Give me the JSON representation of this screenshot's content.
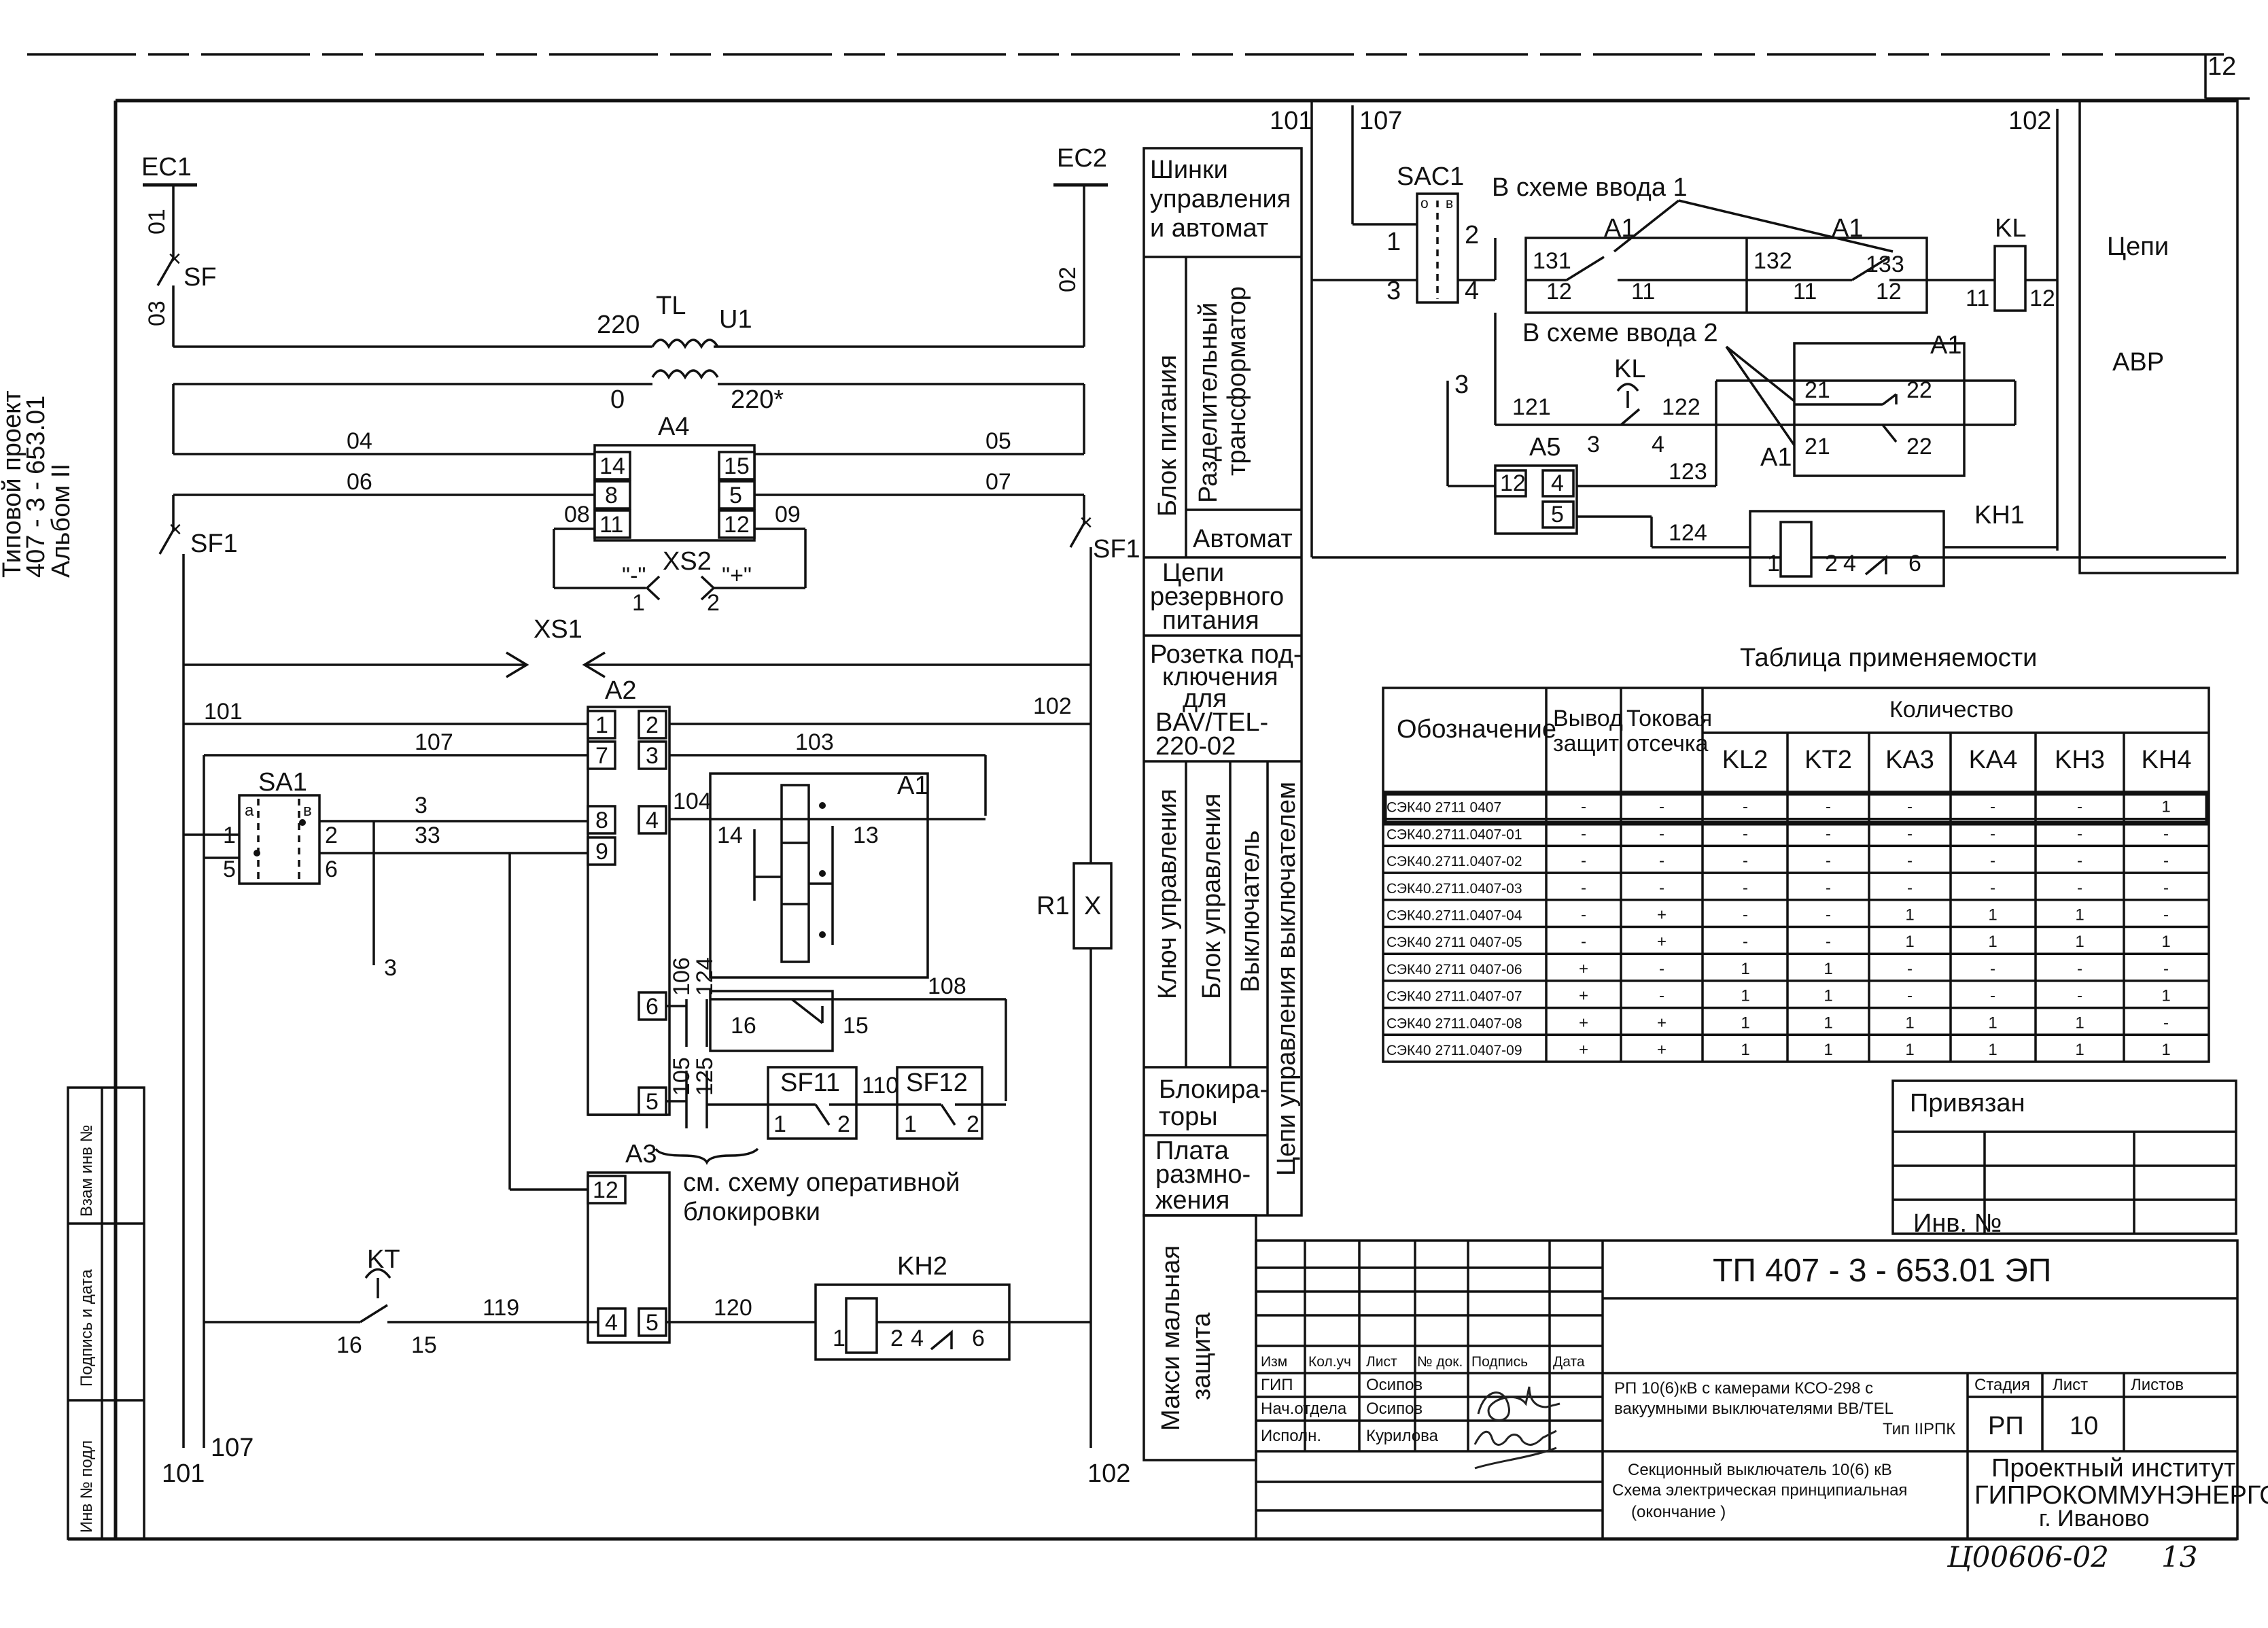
{
  "sheet": {
    "page_number": "12",
    "margin": {
      "line1": "Типовой проект",
      "line2": "407 - 3 - 653.01",
      "line3": "Альбом II"
    },
    "side_stamp": [
      "Взам инв №",
      "Подпись и дата",
      "Инв № подл"
    ],
    "handwritten_code": "Ц00606-02",
    "handwritten_num": "13"
  },
  "schematic": {
    "labels": {
      "ec1": "EC1",
      "ec2": "EC2",
      "w01": "01",
      "w02": "02",
      "w03": "03",
      "sf": "SF",
      "tl": "TL",
      "u1": "U1",
      "v220": "220",
      "v0": "0",
      "v220s": "220*",
      "a4": "A4",
      "w04": "04",
      "w05": "05",
      "w06": "06",
      "w07": "07",
      "w08": "08",
      "w09": "09",
      "p14": "14",
      "p8": "8",
      "p11": "11",
      "p15": "15",
      "p5": "5",
      "p12": "12",
      "sf1": "SF1",
      "xs2": "XS2",
      "minus": "\"-\"",
      "plus": "\"+\"",
      "n1": "1",
      "n2": "2",
      "xs1": "XS1",
      "w101": "101",
      "w102": "102",
      "a2": "A2",
      "w107": "107",
      "w103": "103",
      "a2p1": "1",
      "a2p2": "2",
      "a2p7": "7",
      "a2p3": "3",
      "a2p8": "8",
      "a2p4": "4",
      "a2p9": "9",
      "a2p6": "6",
      "a2p5": "5",
      "w104": "104",
      "a1": "A1",
      "p13": "13",
      "p14b": "14",
      "sa1": "SA1",
      "sa_a": "а",
      "sa_b": "в",
      "sa1p1": "1",
      "sa1p2": "2",
      "sa1p5": "5",
      "sa1p6": "6",
      "w3": "3",
      "w33": "33",
      "w3b": "3",
      "r1": "R1",
      "x": "X",
      "w106": "106",
      "w124": "124",
      "w108": "108",
      "c16": "16",
      "c15": "15",
      "w105": "105",
      "w125": "125",
      "sf11": "SF11",
      "sf12": "SF12",
      "w110": "110",
      "sfp1": "1",
      "sfp2": "2",
      "sfp1b": "1",
      "sfp2b": "2",
      "a3": "A3",
      "see1": "см. схему оперативной",
      "see2": "блокировки",
      "a3p12": "12",
      "kt": "KT",
      "kt16": "16",
      "kt15": "15",
      "w119": "119",
      "a3p4": "4",
      "a3p5": "5",
      "w120": "120",
      "kh2": "KH2",
      "kh2p1": "1",
      "kh2p2": "2",
      "kh2p4": "4",
      "kh2p6": "6"
    },
    "bottom": {
      "left1": "101",
      "left2": "107",
      "right": "102"
    }
  },
  "legend_blocks": {
    "b1": "Шинки управления и автомат",
    "b1_lines": [
      "Шинки",
      "управления",
      "и  автомат"
    ],
    "power_v": "Блок питания",
    "trans_v1": "Разделительный",
    "trans_v2": "трансформатор",
    "automat": "Автомат",
    "reserve": [
      "Цепи",
      "резервного",
      "питания"
    ],
    "socket": [
      "Розетка под-",
      "ключения",
      "для",
      "BAV/TEL-",
      "220-02"
    ],
    "v_key1": "Ключ  управления",
    "v_key2": "Блок  управления",
    "v_key3": "Выключатель",
    "v_circ": "Цепи управления  выключателем",
    "blocking": [
      "Блокира-",
      "торы"
    ],
    "mult": [
      "Плата",
      "размно-",
      "жения"
    ],
    "maxprot_v1": "Макси мальная",
    "maxprot_v2": "защита"
  },
  "avr": {
    "n101": "101",
    "n107": "107",
    "n102": "102",
    "sac1": "SAC1",
    "sa_o": "о",
    "sa_b": "в",
    "p1": "1",
    "p2": "2",
    "p3": "3",
    "p4": "4",
    "in1": "В схеме ввода 1",
    "in2": "В схеме ввода 2",
    "a1a": "A1",
    "a1b": "A1",
    "a1c": "A1",
    "a1d": "A1",
    "c131": "131",
    "c12a": "12",
    "c11a": "11",
    "c132": "132",
    "c11b": "11",
    "c12b": "12",
    "c133": "133",
    "kl": "KL",
    "kl11": "11",
    "kl12": "12",
    "c21a": "21",
    "c22a": "22",
    "c21b": "21",
    "c22b": "22",
    "w3": "3",
    "w121": "121",
    "kl2": "KL",
    "kl3": "3",
    "kl4": "4",
    "w122": "122",
    "w123": "123",
    "a5": "A5",
    "a5p12": "12",
    "a5p4": "4",
    "a5p5": "5",
    "w124": "124",
    "kh1": "KH1",
    "kh1p1": "1",
    "kh1p2": "2",
    "kh1p4": "4",
    "kh1p6": "6",
    "box_line1": "Цепи",
    "box_line2": "АВР"
  },
  "applicability_table": {
    "title": "Таблица применяемости",
    "headers": {
      "designation": "Обозначение",
      "output": [
        "Вывод",
        "защит"
      ],
      "current": [
        "Токовая",
        "отсечка"
      ],
      "qty": "Количество",
      "cols": [
        "KL2",
        "KT2",
        "KA3",
        "KA4",
        "KH3",
        "KH4"
      ]
    },
    "rows": [
      [
        "СЭК40 2711 0407",
        "-",
        "-",
        "-",
        "-",
        "-",
        "-",
        "-",
        "1"
      ],
      [
        "СЭК40.2711.0407-01",
        "-",
        "-",
        "-",
        "-",
        "-",
        "-",
        "-",
        "-"
      ],
      [
        "СЭК40.2711.0407-02",
        "-",
        "-",
        "-",
        "-",
        "-",
        "-",
        "-",
        "-"
      ],
      [
        "СЭК40.2711.0407-03",
        "-",
        "-",
        "-",
        "-",
        "-",
        "-",
        "-",
        "-"
      ],
      [
        "СЭК40.2711.0407-04",
        "-",
        "+",
        "-",
        "-",
        "1",
        "1",
        "1",
        "-"
      ],
      [
        "СЭК40 2711 0407-05",
        "-",
        "+",
        "-",
        "-",
        "1",
        "1",
        "1",
        "1"
      ],
      [
        "СЭК40 2711 0407-06",
        "+",
        "-",
        "1",
        "1",
        "-",
        "-",
        "-",
        "-"
      ],
      [
        "СЭК40 2711.0407-07",
        "+",
        "-",
        "1",
        "1",
        "-",
        "-",
        "-",
        "1"
      ],
      [
        "СЭК40 2711.0407-08",
        "+",
        "+",
        "1",
        "1",
        "1",
        "1",
        "1",
        "-"
      ],
      [
        "СЭК40 2711.0407-09",
        "+",
        "+",
        "1",
        "1",
        "1",
        "1",
        "1",
        "1"
      ]
    ]
  },
  "binding_box": {
    "title": "Привязан",
    "inv": "Инв. №"
  },
  "title_block": {
    "code": "ТП   407 - 3 - 653.01    ЭП",
    "col_heads": [
      "Изм",
      "Кол.уч",
      "Лист",
      "№ док.",
      "Подпись",
      "Дата"
    ],
    "staff": [
      {
        "role": "ГИП",
        "name": "Осипов"
      },
      {
        "role": "Нач.отдела",
        "name": "Осипов"
      },
      {
        "role": "Исполн.",
        "name": "Курилова"
      }
    ],
    "project": [
      "РП 10(6)кВ с камерами КСО-298 с",
      "вакуумными выключателями BB/TEL",
      "Тип IIРПК"
    ],
    "stage_head": "Стадия",
    "sheet_head": "Лист",
    "sheets_head": "Листов",
    "stage": "РП",
    "sheet": "10",
    "drawing": [
      "Секционный выключатель  10(6) кВ",
      "Схема  электрическая  принципиальная",
      "(окончание )"
    ],
    "org": [
      "Проектный институт",
      "ГИПРОКОММУНЭНЕРГО",
      "г. Иваново"
    ]
  }
}
